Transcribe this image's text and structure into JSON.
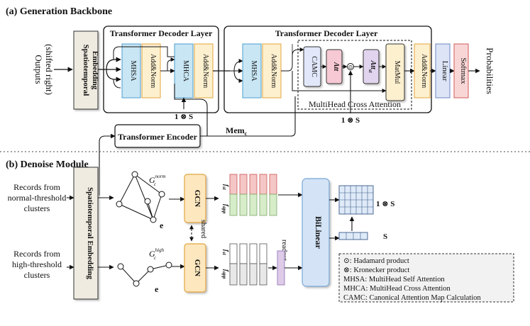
{
  "section_a": {
    "title": "(a) Generation Backbone"
  },
  "section_b": {
    "title": "(b) Denoise Module"
  },
  "outputs": {
    "line1": "Outputs",
    "line2": "(shifted right)"
  },
  "st_embedding_top": {
    "line1": "Spatiotemporal",
    "line2": "Embedding"
  },
  "decoder1": {
    "title": "Transformer Decoder Layer",
    "mhsa": "MHSA",
    "addnorm1": "Add&Norm",
    "mhca": "MHCA",
    "addnorm2": "Add&Norm",
    "kron": "1 ⊗ S"
  },
  "decoder2": {
    "title": "Transformer Decoder Layer",
    "mhsa": "MHSA",
    "addnorm1": "Add&Norm",
    "camc": "CAMC",
    "att": "Att",
    "att_st": "Att",
    "att_st_sub": "st",
    "hadamard": "⊙",
    "matmul": "MatMul",
    "cross_attention_label": "MultiHead Cross Attention",
    "kron": "1 ⊗ S"
  },
  "output_head": {
    "addnorm": "Add&Norm",
    "linear": "Linear",
    "softmax": "Softmax",
    "probabilities": "Probabilities"
  },
  "encoder": {
    "label": "Transformer Encoder",
    "mem": "Mem",
    "mem_sub": "c"
  },
  "denoise": {
    "input_normal": [
      "Records from",
      "normal-threshold",
      "clusters"
    ],
    "input_high": [
      "Records from",
      "high-threshold",
      "clusters"
    ],
    "st_embedding": "Spatiotemporal Embedding",
    "graph_norm_G": "G",
    "graph_norm_sub": "c",
    "graph_norm_sup": "norm",
    "graph_high_G": "G",
    "graph_high_sub": "c",
    "graph_high_sup": "high",
    "edge_label_1": "e",
    "edge_label_2": "e",
    "gcn1": "GCN",
    "gcn2": "GCN",
    "shared": "shared",
    "f_st": "f",
    "f_st_sub": "st",
    "f_app": "f",
    "f_app_sub": "app",
    "f_st2": "f",
    "f_st2_sub": "st",
    "f_app2": "f",
    "f_app2_sub": "app",
    "readout": "readout",
    "bilinear": "BiLinear",
    "kron_label": "1 ⊗ S",
    "s_label": "S"
  },
  "legend": {
    "items": [
      "⊙: Hadamard product",
      "⊗: Kronecker product",
      "MHSA: MultiHead Self Attention",
      "MHCA: MultiHead Cross Attention",
      "CAMC: Canonical Attention Map Calculation"
    ]
  },
  "colors": {
    "mhsa_fill": "#c9e6f4",
    "mhsa_stroke": "#4a9fcf",
    "addnorm_fill": "#fdf0cf",
    "addnorm_stroke": "#e3a43b",
    "linear_fill": "#dce4f5",
    "linear_stroke": "#6b86c6",
    "softmax_fill": "#f8d6d6",
    "softmax_stroke": "#d25b5b",
    "camc_fill": "#e2e8fa",
    "att_fill": "#f6c9d4",
    "att_st_fill": "#e1d4ee",
    "matmul_fill": "#fdf0cf",
    "st_fill": "#efebe0",
    "gcn_fill": "#fde7bf",
    "gcn_stroke": "#e2a53f",
    "bilinear_fill": "#d4e4f6",
    "bilinear_stroke": "#7aa7d6",
    "red_cell": "#f5c6c6",
    "green_cell": "#d7ecc9",
    "grid_cell": "#dfeaf8",
    "readout_fill": "#ddcbe8"
  }
}
